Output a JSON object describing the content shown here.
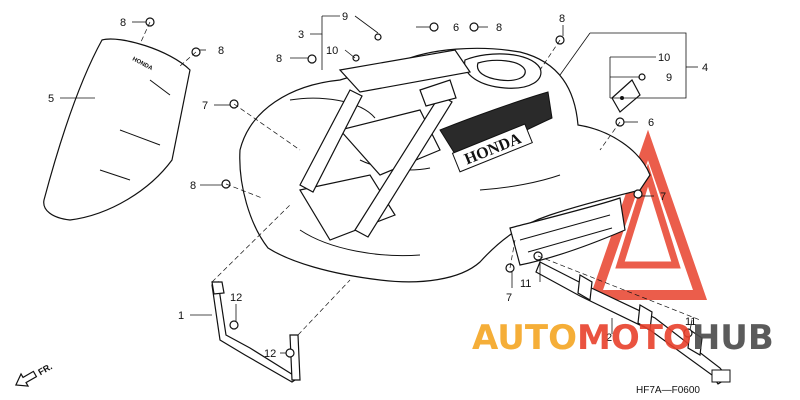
{
  "diagram_code": "HF7A—F0600",
  "direction_label": "FR.",
  "emblem_text": "HONDA",
  "fender_logo_text": "HONDA",
  "watermark": {
    "part1": "AUTO",
    "part2": "MOTO",
    "part3": "HUB",
    "color_main": "#f5a623",
    "color_accent": "#e8412c",
    "color_dark": "#4a4a4a"
  },
  "callouts": {
    "c2": "2",
    "c3": "3",
    "c4": "4",
    "c5": "5",
    "c6a": "6",
    "c6b": "6",
    "c7a": "7",
    "c7b": "7",
    "c7c": "7",
    "c8a": "8",
    "c8b": "8",
    "c8c": "8",
    "c8d": "8",
    "c8e": "8",
    "c8f": "8",
    "c9a": "9",
    "c9b": "9",
    "c10a": "10",
    "c10b": "10",
    "c11a": "11",
    "c11b": "11",
    "c12a": "12",
    "c12b": "12",
    "c1": "1"
  }
}
